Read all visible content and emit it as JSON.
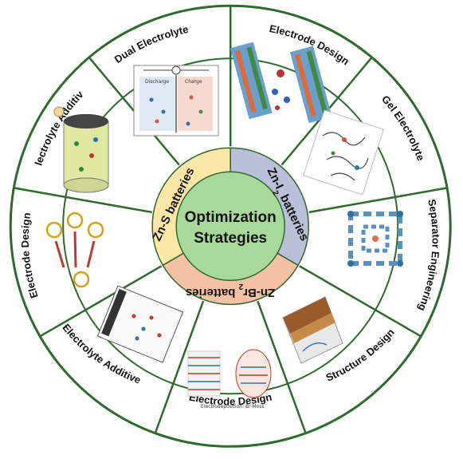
{
  "outer_ring": {
    "segments": [
      {
        "label": "Dual Electrolyte",
        "group": "zn_s"
      },
      {
        "label": "Electrode Design",
        "group": "zn_i2"
      },
      {
        "label": "Gel Electrolyte",
        "group": "zn_i2"
      },
      {
        "label": "Separator Engineering",
        "group": "zn_i2"
      },
      {
        "label": "Structure Design",
        "group": "zn_br2"
      },
      {
        "label": "Electrode Design",
        "group": "zn_br2"
      },
      {
        "label": "Electrolyte Additive",
        "group": "zn_br2"
      },
      {
        "label": "Electrode Design",
        "group": "zn_s"
      },
      {
        "label": "Electrolyte Additive",
        "group": "zn_s"
      }
    ]
  },
  "inner_ring": {
    "zn_s": {
      "label": "Zn-S batteries",
      "color": "#fde7a6"
    },
    "zn_i2": {
      "label_prefix": "Zn-I",
      "label_sub": "2",
      "label_suffix": " batteries",
      "color": "#b9c0d8"
    },
    "zn_br2": {
      "label_prefix": "Zn-Br",
      "label_sub": "2",
      "label_suffix": " batteries",
      "color": "#f4c1a4"
    }
  },
  "center": {
    "line1": "Optimization",
    "line2": "Strategies",
    "color": "#a8d99a"
  },
  "ring_color": "#2e6a2e",
  "image_texts": {
    "discharge": "Discharge",
    "charge": "Charge",
    "electrodeposition": "Electrodeposition: Br-Moss"
  }
}
